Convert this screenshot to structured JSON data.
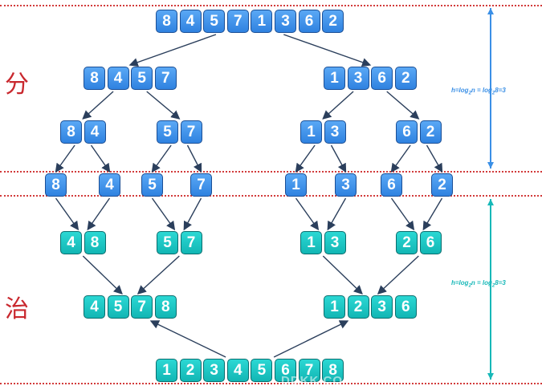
{
  "phase_labels": {
    "divide": "分",
    "conquer": "治"
  },
  "height_formula": "h=log2n = log28=3",
  "watermark": "DDKK.CO",
  "colors": {
    "divide": "#3a8fe6",
    "conquer": "#17b8b8",
    "guide_line": "#d23b3b",
    "arrow": "#2b3f5c"
  },
  "divide_rows": [
    {
      "level": 0,
      "groups": [
        [
          "8",
          "4",
          "5",
          "7",
          "1",
          "3",
          "6",
          "2"
        ]
      ]
    },
    {
      "level": 1,
      "groups": [
        [
          "8",
          "4",
          "5",
          "7"
        ],
        [
          "1",
          "3",
          "6",
          "2"
        ]
      ]
    },
    {
      "level": 2,
      "groups": [
        [
          "8",
          "4"
        ],
        [
          "5",
          "7"
        ],
        [
          "1",
          "3"
        ],
        [
          "6",
          "2"
        ]
      ]
    },
    {
      "level": 3,
      "groups": [
        [
          "8"
        ],
        [
          "4"
        ],
        [
          "5"
        ],
        [
          "7"
        ],
        [
          "1"
        ],
        [
          "3"
        ],
        [
          "6"
        ],
        [
          "2"
        ]
      ]
    }
  ],
  "conquer_rows": [
    {
      "level": 2,
      "groups": [
        [
          "4",
          "8"
        ],
        [
          "5",
          "7"
        ],
        [
          "1",
          "3"
        ],
        [
          "2",
          "6"
        ]
      ]
    },
    {
      "level": 1,
      "groups": [
        [
          "4",
          "5",
          "7",
          "8"
        ],
        [
          "1",
          "2",
          "3",
          "6"
        ]
      ]
    },
    {
      "level": 0,
      "groups": [
        [
          "1",
          "2",
          "3",
          "4",
          "5",
          "6",
          "7",
          "8"
        ]
      ]
    }
  ]
}
